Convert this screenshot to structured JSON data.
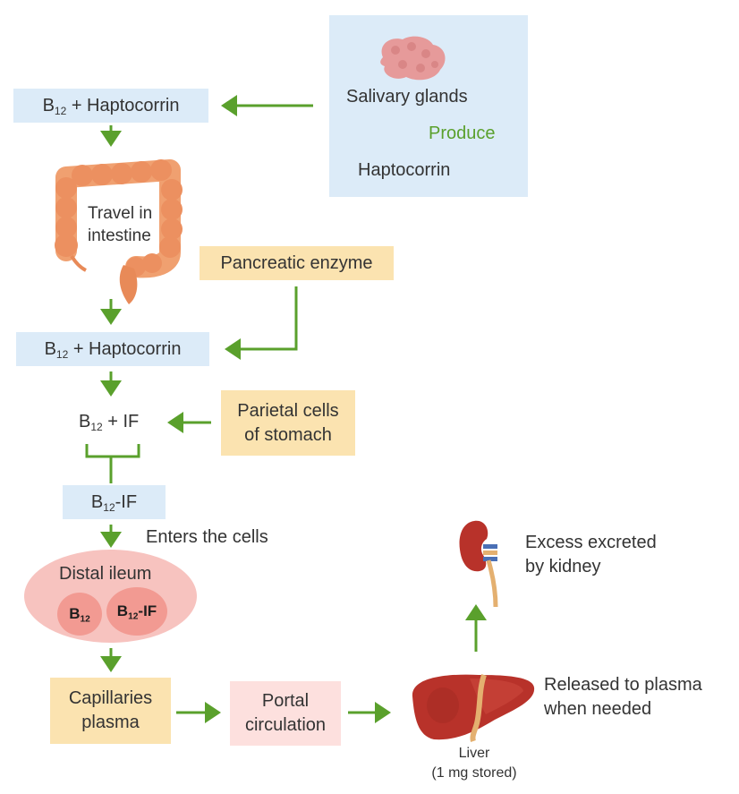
{
  "salivary": {
    "glands": "Salivary glands",
    "produce": "Produce",
    "haptocorrin": "Haptocorrin"
  },
  "b12_symbol": "B",
  "b12_subscript": "12",
  "box1": {
    "suffix": " + Haptocorrin"
  },
  "intestine": {
    "line1": "Travel in",
    "line2": "intestine"
  },
  "pancreatic": "Pancreatic enzyme",
  "box2": {
    "suffix": " + Haptocorrin"
  },
  "b12_if": {
    "suffix": " + IF"
  },
  "parietal": {
    "line1": "Parietal cells",
    "line2": "of stomach"
  },
  "complex": {
    "suffix": "-IF"
  },
  "enters": "Enters the cells",
  "ileum": {
    "title": "Distal ileum",
    "complex_suffix": "-IF"
  },
  "capillaries": {
    "line1": "Capillaries",
    "line2": "plasma"
  },
  "portal": {
    "line1": "Portal",
    "line2": "circulation"
  },
  "liver": {
    "name": "Liver",
    "stored": "(1 mg stored)"
  },
  "released": {
    "line1": "Released to plasma",
    "line2": "when needed"
  },
  "excess": {
    "line1": "Excess excreted",
    "line2": "by kidney"
  },
  "colors": {
    "arrow": "#5aa02c",
    "blue_box": "#dcebf8",
    "yellow_box": "#fbe3b0",
    "pink_box": "#fde0de",
    "ileum": "#f7c3bf",
    "organ": "#ef9a63"
  }
}
